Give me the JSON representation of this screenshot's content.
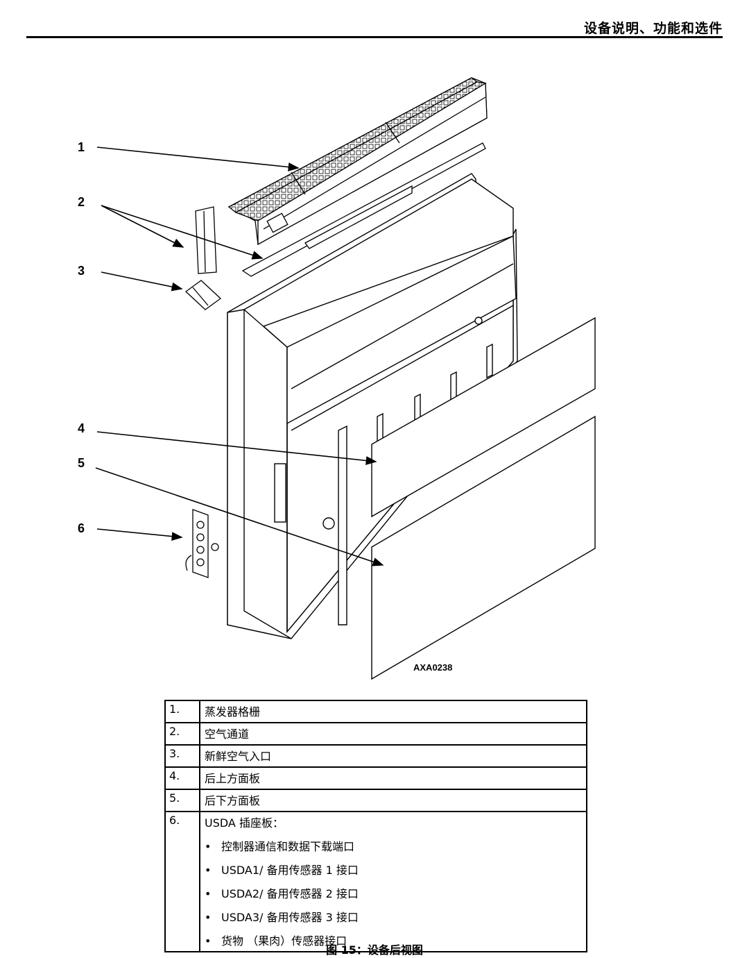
{
  "header": {
    "title": "设备说明、功能和选件"
  },
  "figure": {
    "callouts": [
      "1",
      "2",
      "3",
      "4",
      "5",
      "6"
    ],
    "code": "AXA0238"
  },
  "legend": {
    "items": [
      {
        "num": "1.",
        "text": "蒸发器格栅"
      },
      {
        "num": "2.",
        "text": "空气通道"
      },
      {
        "num": "3.",
        "text": "新鲜空气入口"
      },
      {
        "num": "4.",
        "text": "后上方面板"
      },
      {
        "num": "5.",
        "text": "后下方面板"
      },
      {
        "num": "6.",
        "text": "USDA 插座板："
      }
    ],
    "bullet": "•",
    "subitems": [
      "控制器通信和数据下载端口",
      "USDA1/ 备用传感器 1 接口",
      "USDA2/ 备用传感器 2 接口",
      "USDA3/ 备用传感器 3 接口",
      "货物 （果肉）传感器接口"
    ]
  },
  "caption": "图 15：设备后视图"
}
